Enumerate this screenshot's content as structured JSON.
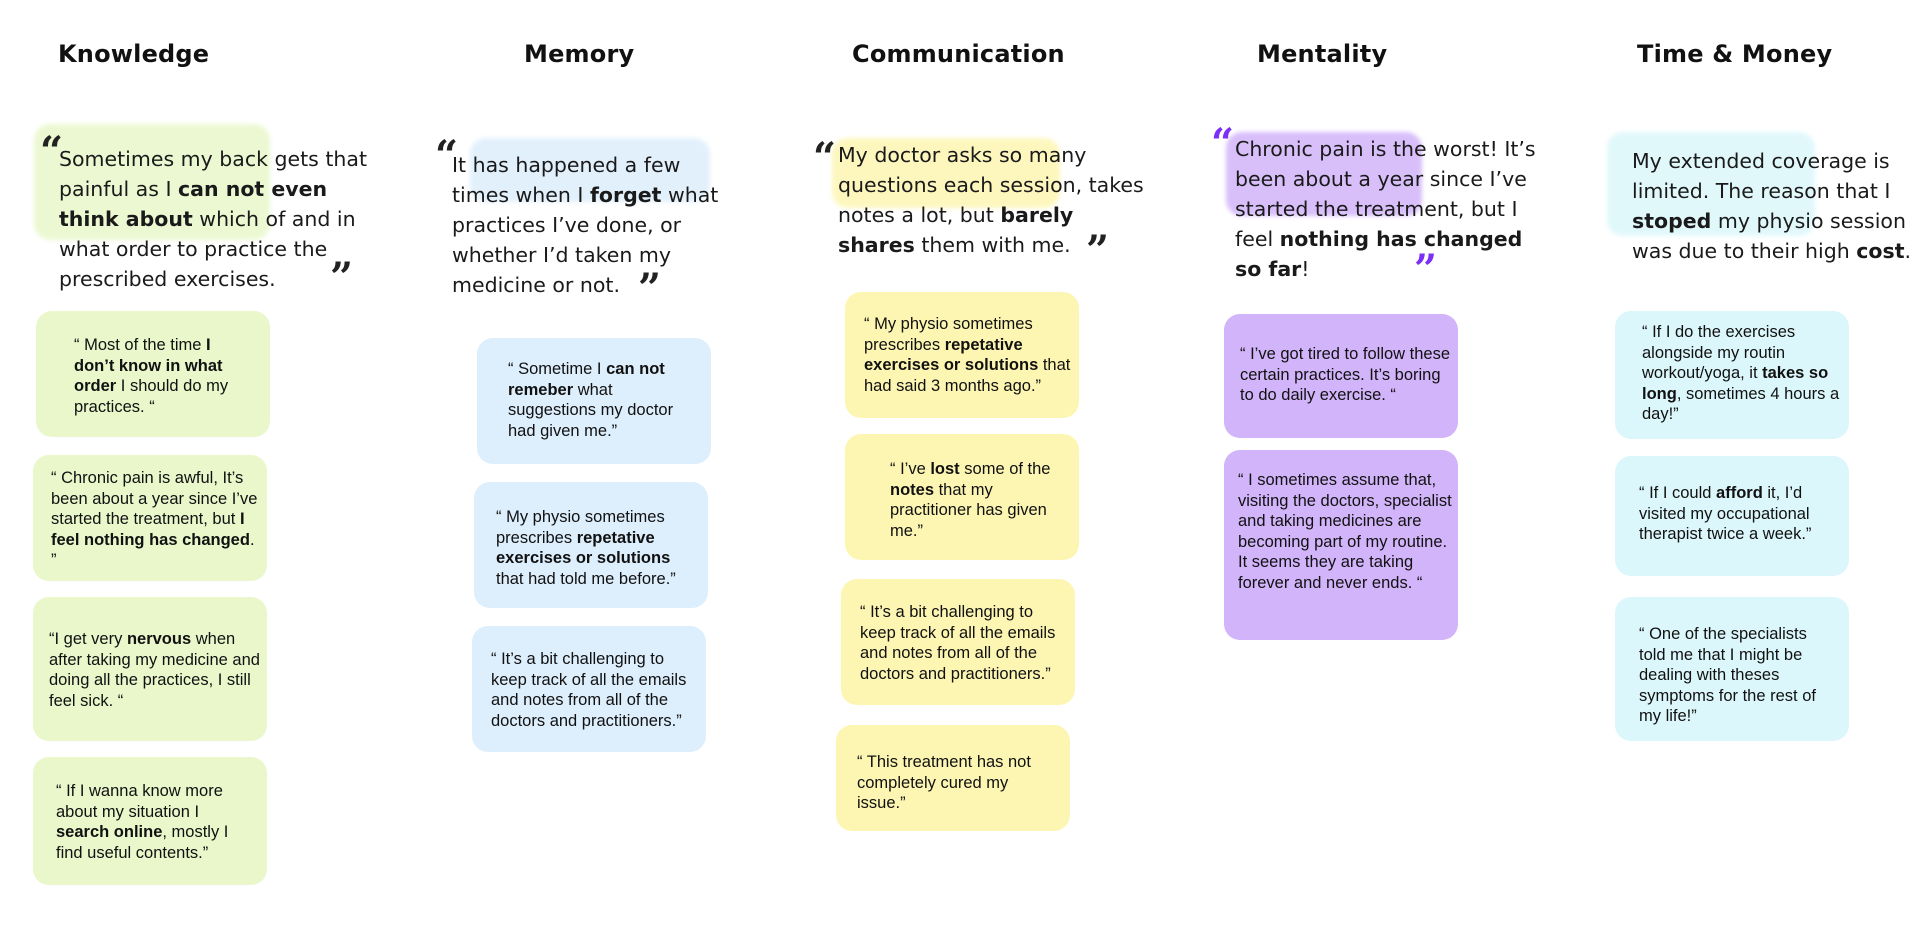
{
  "columns": {
    "knowledge": {
      "title": "Knowledge",
      "quote": {
        "open_mark": "“",
        "close_mark": "”",
        "parts": [
          "Sometimes my back gets that painful as I ",
          "can not even think about",
          " which of and in what order to practice the prescribed exercises."
        ]
      },
      "cards": [
        {
          "parts": [
            "“ Most of the time ",
            "I don’t know in what order",
            " I should do my practices. “"
          ]
        },
        {
          "parts": [
            "“ Chronic pain is awful, It’s been about a year since I’ve started the treatment, but ",
            "I feel nothing has changed",
            ". ”"
          ]
        },
        {
          "parts": [
            "“I get very ",
            "nervous",
            " when after taking my medicine and doing all the practices, I still feel sick. “"
          ]
        },
        {
          "parts": [
            "“ If I wanna know more about my situation I ",
            "search online",
            ", mostly I find useful contents.”"
          ]
        }
      ]
    },
    "memory": {
      "title": "Memory",
      "quote": {
        "open_mark": "“",
        "close_mark": "”",
        "parts": [
          "It has happened a few times when I ",
          "forget",
          " what practices I’ve done, or whether I’d taken my medicine or not."
        ]
      },
      "cards": [
        {
          "parts": [
            "“ Sometime I ",
            "can not remeber",
            " what suggestions my doctor had given me.”"
          ]
        },
        {
          "parts": [
            "“ My physio sometimes prescribes ",
            "repetative exercises or solutions",
            " that had told me before.”"
          ]
        },
        {
          "parts": [
            "“ It’s a bit challenging to keep track of all the emails and notes from all of the doctors and practitioners.”",
            "",
            ""
          ]
        }
      ]
    },
    "communication": {
      "title": "Communication",
      "quote": {
        "open_mark": "“",
        "close_mark": "”",
        "parts": [
          "My doctor asks so many questions each session, takes notes a lot, but ",
          "barely shares",
          " them with me."
        ]
      },
      "cards": [
        {
          "parts": [
            "“ My physio sometimes prescribes ",
            "repetative exercises or solutions",
            " that had said 3 months ago.”"
          ]
        },
        {
          "parts": [
            "“ I’ve ",
            "lost",
            " some of the "
          ],
          "parts2": [
            "notes",
            " that my practitioner has given me.”"
          ]
        },
        {
          "parts": [
            "“ It’s a bit challenging to keep track of all the emails and notes from all of the doctors and practitioners.”",
            "",
            ""
          ]
        },
        {
          "parts": [
            "“ This treatment has not completely cured my issue.”",
            "",
            ""
          ]
        }
      ]
    },
    "mentality": {
      "title": "Mentality",
      "quote": {
        "open_mark": "“",
        "close_mark": "”",
        "parts": [
          "Chronic pain is the worst! It’s been about a year since I’ve started the treatment, but I feel ",
          "nothing has changed so far",
          "!"
        ]
      },
      "cards": [
        {
          "parts": [
            "“ I’ve got tired to follow these certain practices. It’s boring to do daily exercise. “",
            "",
            ""
          ]
        },
        {
          "parts": [
            "“ I sometimes assume that, visiting the doctors, specialist and taking medicines are becoming part of my routine. It seems they are taking forever and never ends. “",
            "",
            ""
          ]
        }
      ]
    },
    "time_money": {
      "title": "Time & Money",
      "quote": {
        "parts": [
          "My extended coverage  is limited. The reason that I ",
          "stoped",
          " my physio session was due to their high "
        ],
        "parts2": [
          "cost",
          "."
        ]
      },
      "cards": [
        {
          "parts": [
            "“ If I do the exercises alongside my routin workout/yoga, it ",
            "takes so long",
            ", sometimes 4 hours a day!”"
          ]
        },
        {
          "parts": [
            "“ If I could ",
            "afford",
            " it, I’d visited my occupational therapist twice a week.”"
          ]
        },
        {
          "parts": [
            "“ One of the specialists told me that I might be dealing with theses symptoms for the rest of my life!”",
            "",
            ""
          ]
        }
      ]
    }
  },
  "colors": {
    "knowledge": "#e9f7cb",
    "memory": "#ddeefc",
    "communication": "#fdf6b3",
    "mentality": "#d2b4fa",
    "time_money": "#dcf7fb",
    "mentality_quote_mark": "#7b2ff7"
  }
}
